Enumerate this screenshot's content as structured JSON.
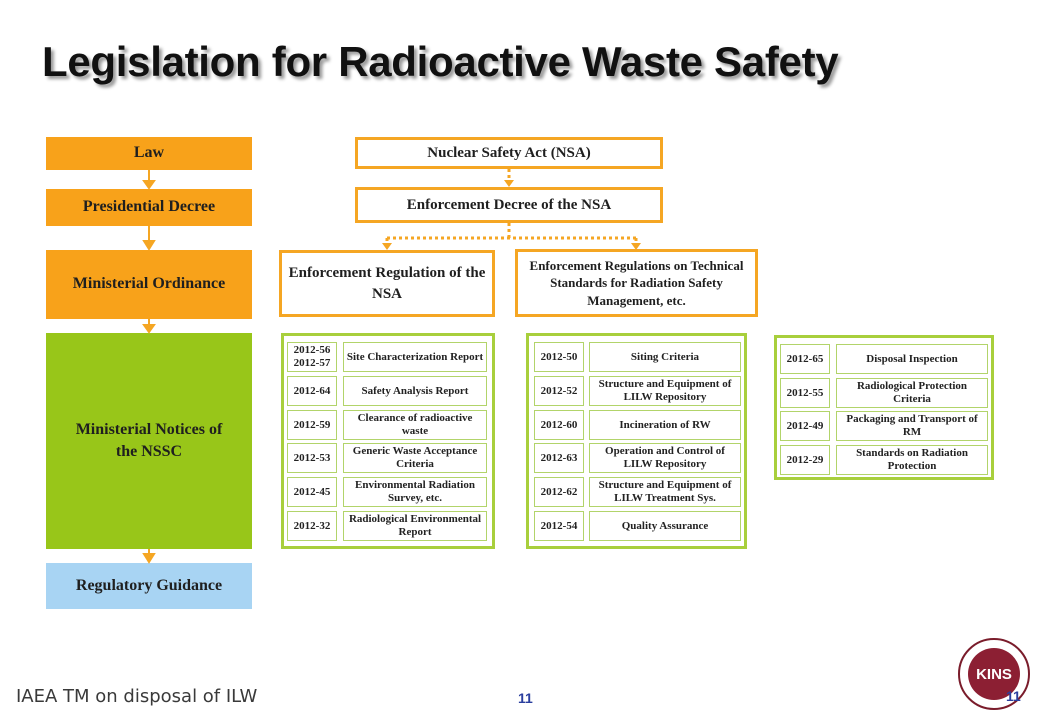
{
  "title": "Legislation for Radioactive Waste Safety",
  "hierarchy": {
    "law": "Law",
    "presidential_decree": "Presidential Decree",
    "ministerial_ordinance": "Ministerial Ordinance",
    "ministerial_notices": "Ministerial Notices of the NSSC",
    "regulatory_guidance": "Regulatory Guidance"
  },
  "documents": {
    "nsa": "Nuclear Safety Act (NSA)",
    "enforcement_decree": "Enforcement Decree of the NSA",
    "enforcement_regulation": "Enforcement Regulation of the NSA",
    "enforcement_regulations_technical": "Enforcement Regulations on Technical Standards for Radiation Safety Management, etc."
  },
  "panel1": [
    {
      "code": "2012-56\n2012-57",
      "label": "Site Characterization Report"
    },
    {
      "code": "2012-64",
      "label": "Safety Analysis Report"
    },
    {
      "code": "2012-59",
      "label": "Clearance of radioactive waste"
    },
    {
      "code": "2012-53",
      "label": "Generic Waste Acceptance Criteria"
    },
    {
      "code": "2012-45",
      "label": "Environmental Radiation Survey, etc."
    },
    {
      "code": "2012-32",
      "label": "Radiological Environmental Report"
    }
  ],
  "panel2": [
    {
      "code": "2012-50",
      "label": "Siting Criteria"
    },
    {
      "code": "2012-52",
      "label": "Structure and Equipment of LILW Repository"
    },
    {
      "code": "2012-60",
      "label": "Incineration of RW"
    },
    {
      "code": "2012-63",
      "label": "Operation and Control of LILW Repository"
    },
    {
      "code": "2012-62",
      "label": "Structure and Equipment of LILW Treatment Sys."
    },
    {
      "code": "2012-54",
      "label": "Quality Assurance"
    }
  ],
  "panel3": [
    {
      "code": "2012-65",
      "label": "Disposal Inspection"
    },
    {
      "code": "2012-55",
      "label": "Radiological Protection Criteria"
    },
    {
      "code": "2012-49",
      "label": "Packaging and Transport of RM"
    },
    {
      "code": "2012-29",
      "label": "Standards on Radiation Protection"
    }
  ],
  "footer": {
    "text": "IAEA TM on disposal of ILW",
    "page_number": "11",
    "logo_text": "KINS",
    "logo_number": "11"
  },
  "colors": {
    "orange": "#f8a21a",
    "green": "#98c619",
    "light_blue": "#a8d4f3",
    "panel_border": "#a8cf3c",
    "box_border": "#f5a623"
  }
}
